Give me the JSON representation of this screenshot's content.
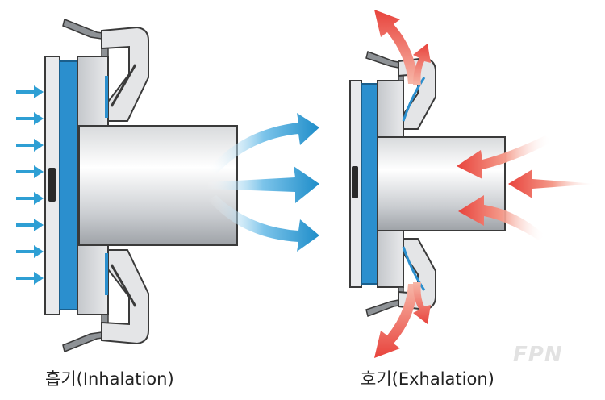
{
  "captions": {
    "inhalation": "흡기(Inhalation)",
    "exhalation": "호기(Exhalation)"
  },
  "watermark": "FPN",
  "colors": {
    "inhale_arrow": "#2e9fd4",
    "exhale_arrow": "#e84d4d",
    "filter_blue": "#2b8fce",
    "housing_gray": "#b9bcc0",
    "outline": "#3a3a3a"
  }
}
